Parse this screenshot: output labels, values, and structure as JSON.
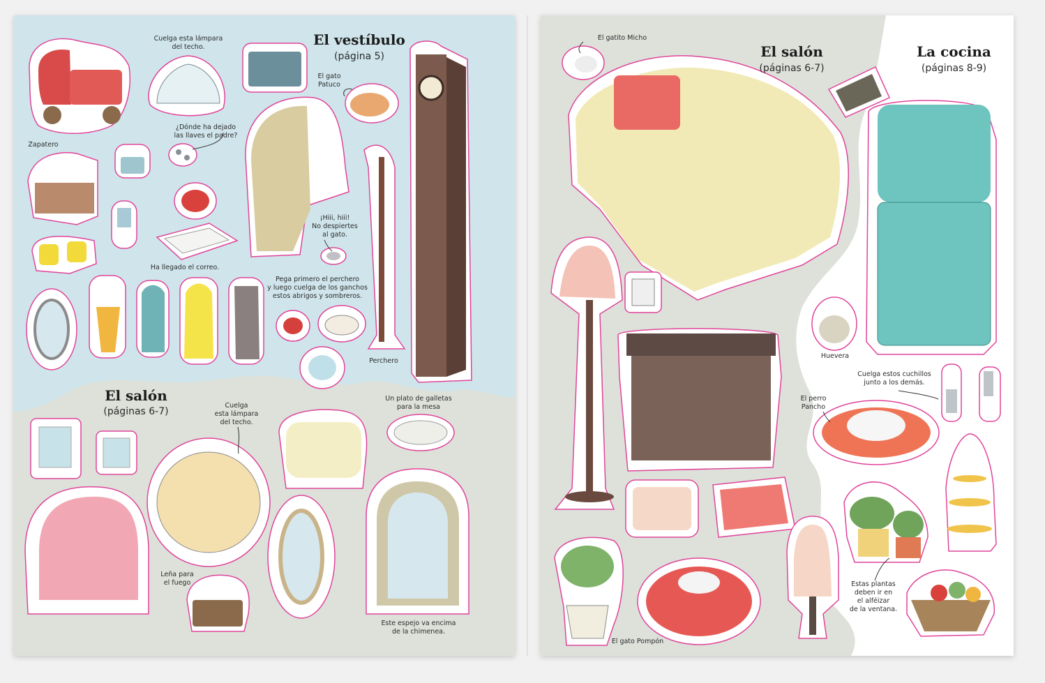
{
  "colors": {
    "background": "#f1f1f1",
    "vestibule_bg": "#cfe5eb",
    "salon_bg": "#dde1da",
    "kitchen_bg": "#ffffff",
    "sticker_outline": "#e0449a",
    "sticker_fill": "#ffffff"
  },
  "left_page": {
    "vestibulo": {
      "title": "El vestíbulo",
      "pages": "(página 5)",
      "labels": {
        "lamp": "Cuelga esta lámpara\ndel techo.",
        "cat": "El gato\nPatuco",
        "keys": "¿Dónde ha dejado\nlas llaves el padre?",
        "shoe_rack": "Zapatero",
        "mouse": "¡Hiii, hiii!\nNo despiertes\nal gato.",
        "mail": "Ha llegado el correo.",
        "coats": "Pega primero el perchero\ny luego cuelga de los ganchos\nestos abrigos y sombreros.",
        "coat_rack": "Perchero"
      }
    },
    "salon": {
      "title": "El salón",
      "pages": "(páginas 6-7)",
      "labels": {
        "lamp": "Cuelga\nesta lámpara\ndel techo.",
        "cookies": "Un plato de galletas\npara la mesa",
        "firewood": "Leña para\nel fuego",
        "mirror": "Este espejo va encima\nde la chimenea."
      }
    }
  },
  "right_page": {
    "salon": {
      "title": "El salón",
      "pages": "(páginas 6-7)",
      "labels": {
        "kitten": "El gatito Micho",
        "cat_pompon": "El gato Pompón"
      }
    },
    "cocina": {
      "title": "La cocina",
      "pages": "(páginas 8-9)",
      "labels": {
        "egg_basket": "Huevera",
        "knives": "Cuelga estos cuchillos\njunto a los demás.",
        "dog": "El perro\nPancho",
        "plants": "Estas plantas\ndeben ir en\nel alféizar\nde la ventana."
      }
    }
  }
}
